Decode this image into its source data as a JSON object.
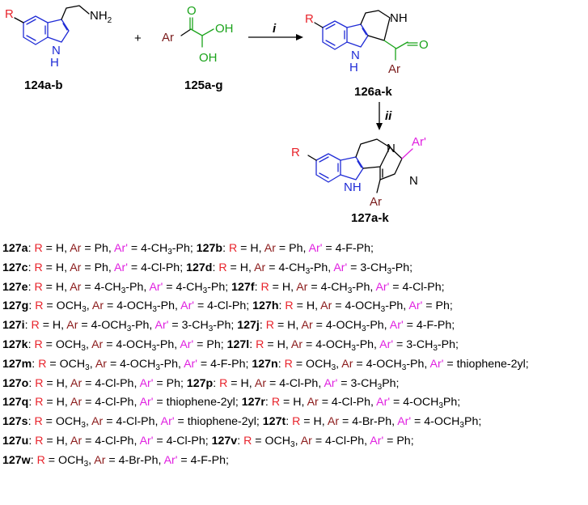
{
  "scheme": {
    "compounds": {
      "c1": "124a-b",
      "c2": "125a-g",
      "c3": "126a-k",
      "c4": "127a-k"
    },
    "plus": "+",
    "reagents": {
      "step1": "i",
      "step2": "ii"
    },
    "atoms": {
      "R": "R",
      "Ar": "Ar",
      "ArPrime": "Ar'",
      "NH2": "NH",
      "NH2_sub": "2",
      "OH": "OH",
      "O": "O",
      "NH": "NH",
      "H": "H",
      "N": "N"
    },
    "colors": {
      "R": "#e8242c",
      "Ar": "#7a1b1b",
      "ArPrime": "#e020e0",
      "indole": "#1f2bd6",
      "glyoxal": "#1aa31a"
    }
  },
  "list": [
    [
      {
        "t": "127a",
        "c": "b"
      },
      {
        "t": ": ",
        "c": "n"
      },
      {
        "t": "R",
        "c": "R"
      },
      {
        "t": " = H, ",
        "c": "n"
      },
      {
        "t": "Ar",
        "c": "A"
      },
      {
        "t": " = Ph, ",
        "c": "n"
      },
      {
        "t": "Ar'",
        "c": "P"
      },
      {
        "t": " = 4-CH",
        "c": "n"
      },
      {
        "t": "3",
        "c": "s"
      },
      {
        "t": "-Ph; ",
        "c": "n"
      },
      {
        "t": "127b",
        "c": "b"
      },
      {
        "t": ": ",
        "c": "n"
      },
      {
        "t": "R",
        "c": "R"
      },
      {
        "t": " = H, ",
        "c": "n"
      },
      {
        "t": "Ar",
        "c": "A"
      },
      {
        "t": " = Ph, ",
        "c": "n"
      },
      {
        "t": "Ar'",
        "c": "P"
      },
      {
        "t": " = 4-F-Ph;",
        "c": "n"
      }
    ],
    [
      {
        "t": "127c",
        "c": "b"
      },
      {
        "t": ": ",
        "c": "n"
      },
      {
        "t": "R",
        "c": "R"
      },
      {
        "t": " = H, ",
        "c": "n"
      },
      {
        "t": "Ar",
        "c": "A"
      },
      {
        "t": " = Ph, ",
        "c": "n"
      },
      {
        "t": "Ar'",
        "c": "P"
      },
      {
        "t": " = 4-Cl-Ph; ",
        "c": "n"
      },
      {
        "t": "127d",
        "c": "b"
      },
      {
        "t": ": ",
        "c": "n"
      },
      {
        "t": "R",
        "c": "R"
      },
      {
        "t": " = H, ",
        "c": "n"
      },
      {
        "t": "Ar",
        "c": "A"
      },
      {
        "t": " = 4-CH",
        "c": "n"
      },
      {
        "t": "3",
        "c": "s"
      },
      {
        "t": "-Ph, ",
        "c": "n"
      },
      {
        "t": "Ar'",
        "c": "P"
      },
      {
        "t": " = 3-CH",
        "c": "n"
      },
      {
        "t": "3",
        "c": "s"
      },
      {
        "t": "-Ph;",
        "c": "n"
      }
    ],
    [
      {
        "t": "127e",
        "c": "b"
      },
      {
        "t": ": ",
        "c": "n"
      },
      {
        "t": "R",
        "c": "R"
      },
      {
        "t": " = H, ",
        "c": "n"
      },
      {
        "t": "Ar",
        "c": "A"
      },
      {
        "t": " = 4-CH",
        "c": "n"
      },
      {
        "t": "3",
        "c": "s"
      },
      {
        "t": "-Ph, ",
        "c": "n"
      },
      {
        "t": "Ar'",
        "c": "P"
      },
      {
        "t": " = 4-CH",
        "c": "n"
      },
      {
        "t": "3",
        "c": "s"
      },
      {
        "t": "-Ph; ",
        "c": "n"
      },
      {
        "t": "127f",
        "c": "b"
      },
      {
        "t": ": ",
        "c": "n"
      },
      {
        "t": "R",
        "c": "R"
      },
      {
        "t": " = H, ",
        "c": "n"
      },
      {
        "t": "Ar",
        "c": "A"
      },
      {
        "t": " = 4-CH",
        "c": "n"
      },
      {
        "t": "3",
        "c": "s"
      },
      {
        "t": "-Ph, ",
        "c": "n"
      },
      {
        "t": "Ar'",
        "c": "P"
      },
      {
        "t": " = 4-Cl-Ph;",
        "c": "n"
      }
    ],
    [
      {
        "t": "127g",
        "c": "b"
      },
      {
        "t": ": ",
        "c": "n"
      },
      {
        "t": "R",
        "c": "R"
      },
      {
        "t": " = OCH",
        "c": "n"
      },
      {
        "t": "3",
        "c": "s"
      },
      {
        "t": ", ",
        "c": "n"
      },
      {
        "t": "Ar",
        "c": "A"
      },
      {
        "t": " = 4-OCH",
        "c": "n"
      },
      {
        "t": "3",
        "c": "s"
      },
      {
        "t": "-Ph, ",
        "c": "n"
      },
      {
        "t": "Ar'",
        "c": "P"
      },
      {
        "t": " = 4-Cl-Ph; ",
        "c": "n"
      },
      {
        "t": "127h",
        "c": "b"
      },
      {
        "t": ": ",
        "c": "n"
      },
      {
        "t": "R",
        "c": "R"
      },
      {
        "t": " = H, ",
        "c": "n"
      },
      {
        "t": "Ar",
        "c": "A"
      },
      {
        "t": " = 4-OCH",
        "c": "n"
      },
      {
        "t": "3",
        "c": "s"
      },
      {
        "t": "-Ph, ",
        "c": "n"
      },
      {
        "t": "Ar'",
        "c": "P"
      },
      {
        "t": " = Ph;",
        "c": "n"
      }
    ],
    [
      {
        "t": "127i",
        "c": "b"
      },
      {
        "t": ": ",
        "c": "n"
      },
      {
        "t": "R",
        "c": "R"
      },
      {
        "t": " = H, ",
        "c": "n"
      },
      {
        "t": "Ar",
        "c": "A"
      },
      {
        "t": " = 4-OCH",
        "c": "n"
      },
      {
        "t": "3",
        "c": "s"
      },
      {
        "t": "-Ph, ",
        "c": "n"
      },
      {
        "t": "Ar'",
        "c": "P"
      },
      {
        "t": " = 3-CH",
        "c": "n"
      },
      {
        "t": "3",
        "c": "s"
      },
      {
        "t": "-Ph; ",
        "c": "n"
      },
      {
        "t": "127j",
        "c": "b"
      },
      {
        "t": ": ",
        "c": "n"
      },
      {
        "t": "R",
        "c": "R"
      },
      {
        "t": " = H, ",
        "c": "n"
      },
      {
        "t": "Ar",
        "c": "A"
      },
      {
        "t": " = 4-OCH",
        "c": "n"
      },
      {
        "t": "3",
        "c": "s"
      },
      {
        "t": "-Ph, ",
        "c": "n"
      },
      {
        "t": "Ar'",
        "c": "P"
      },
      {
        "t": " = 4-F-Ph;",
        "c": "n"
      }
    ],
    [
      {
        "t": "127k",
        "c": "b"
      },
      {
        "t": ": ",
        "c": "n"
      },
      {
        "t": "R",
        "c": "R"
      },
      {
        "t": " = OCH",
        "c": "n"
      },
      {
        "t": "3",
        "c": "s"
      },
      {
        "t": ", ",
        "c": "n"
      },
      {
        "t": "Ar",
        "c": "A"
      },
      {
        "t": " = 4-OCH",
        "c": "n"
      },
      {
        "t": "3",
        "c": "s"
      },
      {
        "t": "-Ph, ",
        "c": "n"
      },
      {
        "t": "Ar'",
        "c": "P"
      },
      {
        "t": " = Ph; ",
        "c": "n"
      },
      {
        "t": "127l",
        "c": "b"
      },
      {
        "t": ": ",
        "c": "n"
      },
      {
        "t": "R",
        "c": "R"
      },
      {
        "t": " = H, ",
        "c": "n"
      },
      {
        "t": "Ar",
        "c": "A"
      },
      {
        "t": " = 4-OCH",
        "c": "n"
      },
      {
        "t": "3",
        "c": "s"
      },
      {
        "t": "-Ph, ",
        "c": "n"
      },
      {
        "t": "Ar'",
        "c": "P"
      },
      {
        "t": " = 3-CH",
        "c": "n"
      },
      {
        "t": "3",
        "c": "s"
      },
      {
        "t": "-Ph;",
        "c": "n"
      }
    ],
    [
      {
        "t": "127m",
        "c": "b"
      },
      {
        "t": ": ",
        "c": "n"
      },
      {
        "t": "R",
        "c": "R"
      },
      {
        "t": " = OCH",
        "c": "n"
      },
      {
        "t": "3",
        "c": "s"
      },
      {
        "t": ", ",
        "c": "n"
      },
      {
        "t": "Ar",
        "c": "A"
      },
      {
        "t": " = 4-OCH",
        "c": "n"
      },
      {
        "t": "3",
        "c": "s"
      },
      {
        "t": "-Ph, ",
        "c": "n"
      },
      {
        "t": "Ar'",
        "c": "P"
      },
      {
        "t": " = 4-F-Ph; ",
        "c": "n"
      },
      {
        "t": "127n",
        "c": "b"
      },
      {
        "t": ": ",
        "c": "n"
      },
      {
        "t": "R",
        "c": "R"
      },
      {
        "t": " = OCH",
        "c": "n"
      },
      {
        "t": "3",
        "c": "s"
      },
      {
        "t": ", ",
        "c": "n"
      },
      {
        "t": "Ar",
        "c": "A"
      },
      {
        "t": " = 4-OCH",
        "c": "n"
      },
      {
        "t": "3",
        "c": "s"
      },
      {
        "t": "-Ph, ",
        "c": "n"
      },
      {
        "t": "Ar'",
        "c": "P"
      },
      {
        "t": " = thiophene-2yl;",
        "c": "n"
      }
    ],
    [
      {
        "t": "127o",
        "c": "b"
      },
      {
        "t": ": ",
        "c": "n"
      },
      {
        "t": "R",
        "c": "R"
      },
      {
        "t": " = H, ",
        "c": "n"
      },
      {
        "t": "Ar",
        "c": "A"
      },
      {
        "t": " = 4-Cl-Ph, ",
        "c": "n"
      },
      {
        "t": "Ar'",
        "c": "P"
      },
      {
        "t": " = Ph; ",
        "c": "n"
      },
      {
        "t": "127p",
        "c": "b"
      },
      {
        "t": ": ",
        "c": "n"
      },
      {
        "t": "R",
        "c": "R"
      },
      {
        "t": " = H, ",
        "c": "n"
      },
      {
        "t": "Ar",
        "c": "A"
      },
      {
        "t": " = 4-Cl-Ph, ",
        "c": "n"
      },
      {
        "t": "Ar'",
        "c": "P"
      },
      {
        "t": " = 3-CH",
        "c": "n"
      },
      {
        "t": "3",
        "c": "s"
      },
      {
        "t": "Ph;",
        "c": "n"
      }
    ],
    [
      {
        "t": "127q",
        "c": "b"
      },
      {
        "t": ": ",
        "c": "n"
      },
      {
        "t": "R",
        "c": "R"
      },
      {
        "t": " = H, ",
        "c": "n"
      },
      {
        "t": "Ar",
        "c": "A"
      },
      {
        "t": " = 4-Cl-Ph, ",
        "c": "n"
      },
      {
        "t": "Ar'",
        "c": "P"
      },
      {
        "t": " = thiophene-2yl; ",
        "c": "n"
      },
      {
        "t": "127r",
        "c": "b"
      },
      {
        "t": ": ",
        "c": "n"
      },
      {
        "t": "R",
        "c": "R"
      },
      {
        "t": " = H, ",
        "c": "n"
      },
      {
        "t": "Ar",
        "c": "A"
      },
      {
        "t": " = 4-Cl-Ph, ",
        "c": "n"
      },
      {
        "t": "Ar'",
        "c": "P"
      },
      {
        "t": " = 4-OCH",
        "c": "n"
      },
      {
        "t": "3",
        "c": "s"
      },
      {
        "t": "Ph;",
        "c": "n"
      }
    ],
    [
      {
        "t": "127s",
        "c": "b"
      },
      {
        "t": ": ",
        "c": "n"
      },
      {
        "t": "R",
        "c": "R"
      },
      {
        "t": " = OCH",
        "c": "n"
      },
      {
        "t": "3",
        "c": "s"
      },
      {
        "t": ", ",
        "c": "n"
      },
      {
        "t": "Ar",
        "c": "A"
      },
      {
        "t": " = 4-Cl-Ph, ",
        "c": "n"
      },
      {
        "t": "Ar'",
        "c": "P"
      },
      {
        "t": " = thiophene-2yl; ",
        "c": "n"
      },
      {
        "t": "127t",
        "c": "b"
      },
      {
        "t": ": ",
        "c": "n"
      },
      {
        "t": "R",
        "c": "R"
      },
      {
        "t": " = H, ",
        "c": "n"
      },
      {
        "t": "Ar",
        "c": "A"
      },
      {
        "t": " = 4-Br-Ph, ",
        "c": "n"
      },
      {
        "t": "Ar'",
        "c": "P"
      },
      {
        "t": " = 4-OCH",
        "c": "n"
      },
      {
        "t": "3",
        "c": "s"
      },
      {
        "t": "Ph;",
        "c": "n"
      }
    ],
    [
      {
        "t": "127u",
        "c": "b"
      },
      {
        "t": ": ",
        "c": "n"
      },
      {
        "t": "R",
        "c": "R"
      },
      {
        "t": " = H, ",
        "c": "n"
      },
      {
        "t": "Ar",
        "c": "A"
      },
      {
        "t": " = 4-Cl-Ph, ",
        "c": "n"
      },
      {
        "t": "Ar'",
        "c": "P"
      },
      {
        "t": " = 4-Cl-Ph; ",
        "c": "n"
      },
      {
        "t": "127v",
        "c": "b"
      },
      {
        "t": ": ",
        "c": "n"
      },
      {
        "t": "R",
        "c": "R"
      },
      {
        "t": " = OCH",
        "c": "n"
      },
      {
        "t": "3",
        "c": "s"
      },
      {
        "t": ", ",
        "c": "n"
      },
      {
        "t": "Ar",
        "c": "A"
      },
      {
        "t": " = 4-Cl-Ph, ",
        "c": "n"
      },
      {
        "t": "Ar'",
        "c": "P"
      },
      {
        "t": " = Ph;",
        "c": "n"
      }
    ],
    [
      {
        "t": "127w",
        "c": "b"
      },
      {
        "t": ": ",
        "c": "n"
      },
      {
        "t": "R",
        "c": "R"
      },
      {
        "t": " = OCH",
        "c": "n"
      },
      {
        "t": "3",
        "c": "s"
      },
      {
        "t": ", ",
        "c": "n"
      },
      {
        "t": "Ar",
        "c": "A"
      },
      {
        "t": " = 4-Br-Ph, ",
        "c": "n"
      },
      {
        "t": "Ar'",
        "c": "P"
      },
      {
        "t": " = 4-F-Ph;",
        "c": "n"
      }
    ]
  ]
}
